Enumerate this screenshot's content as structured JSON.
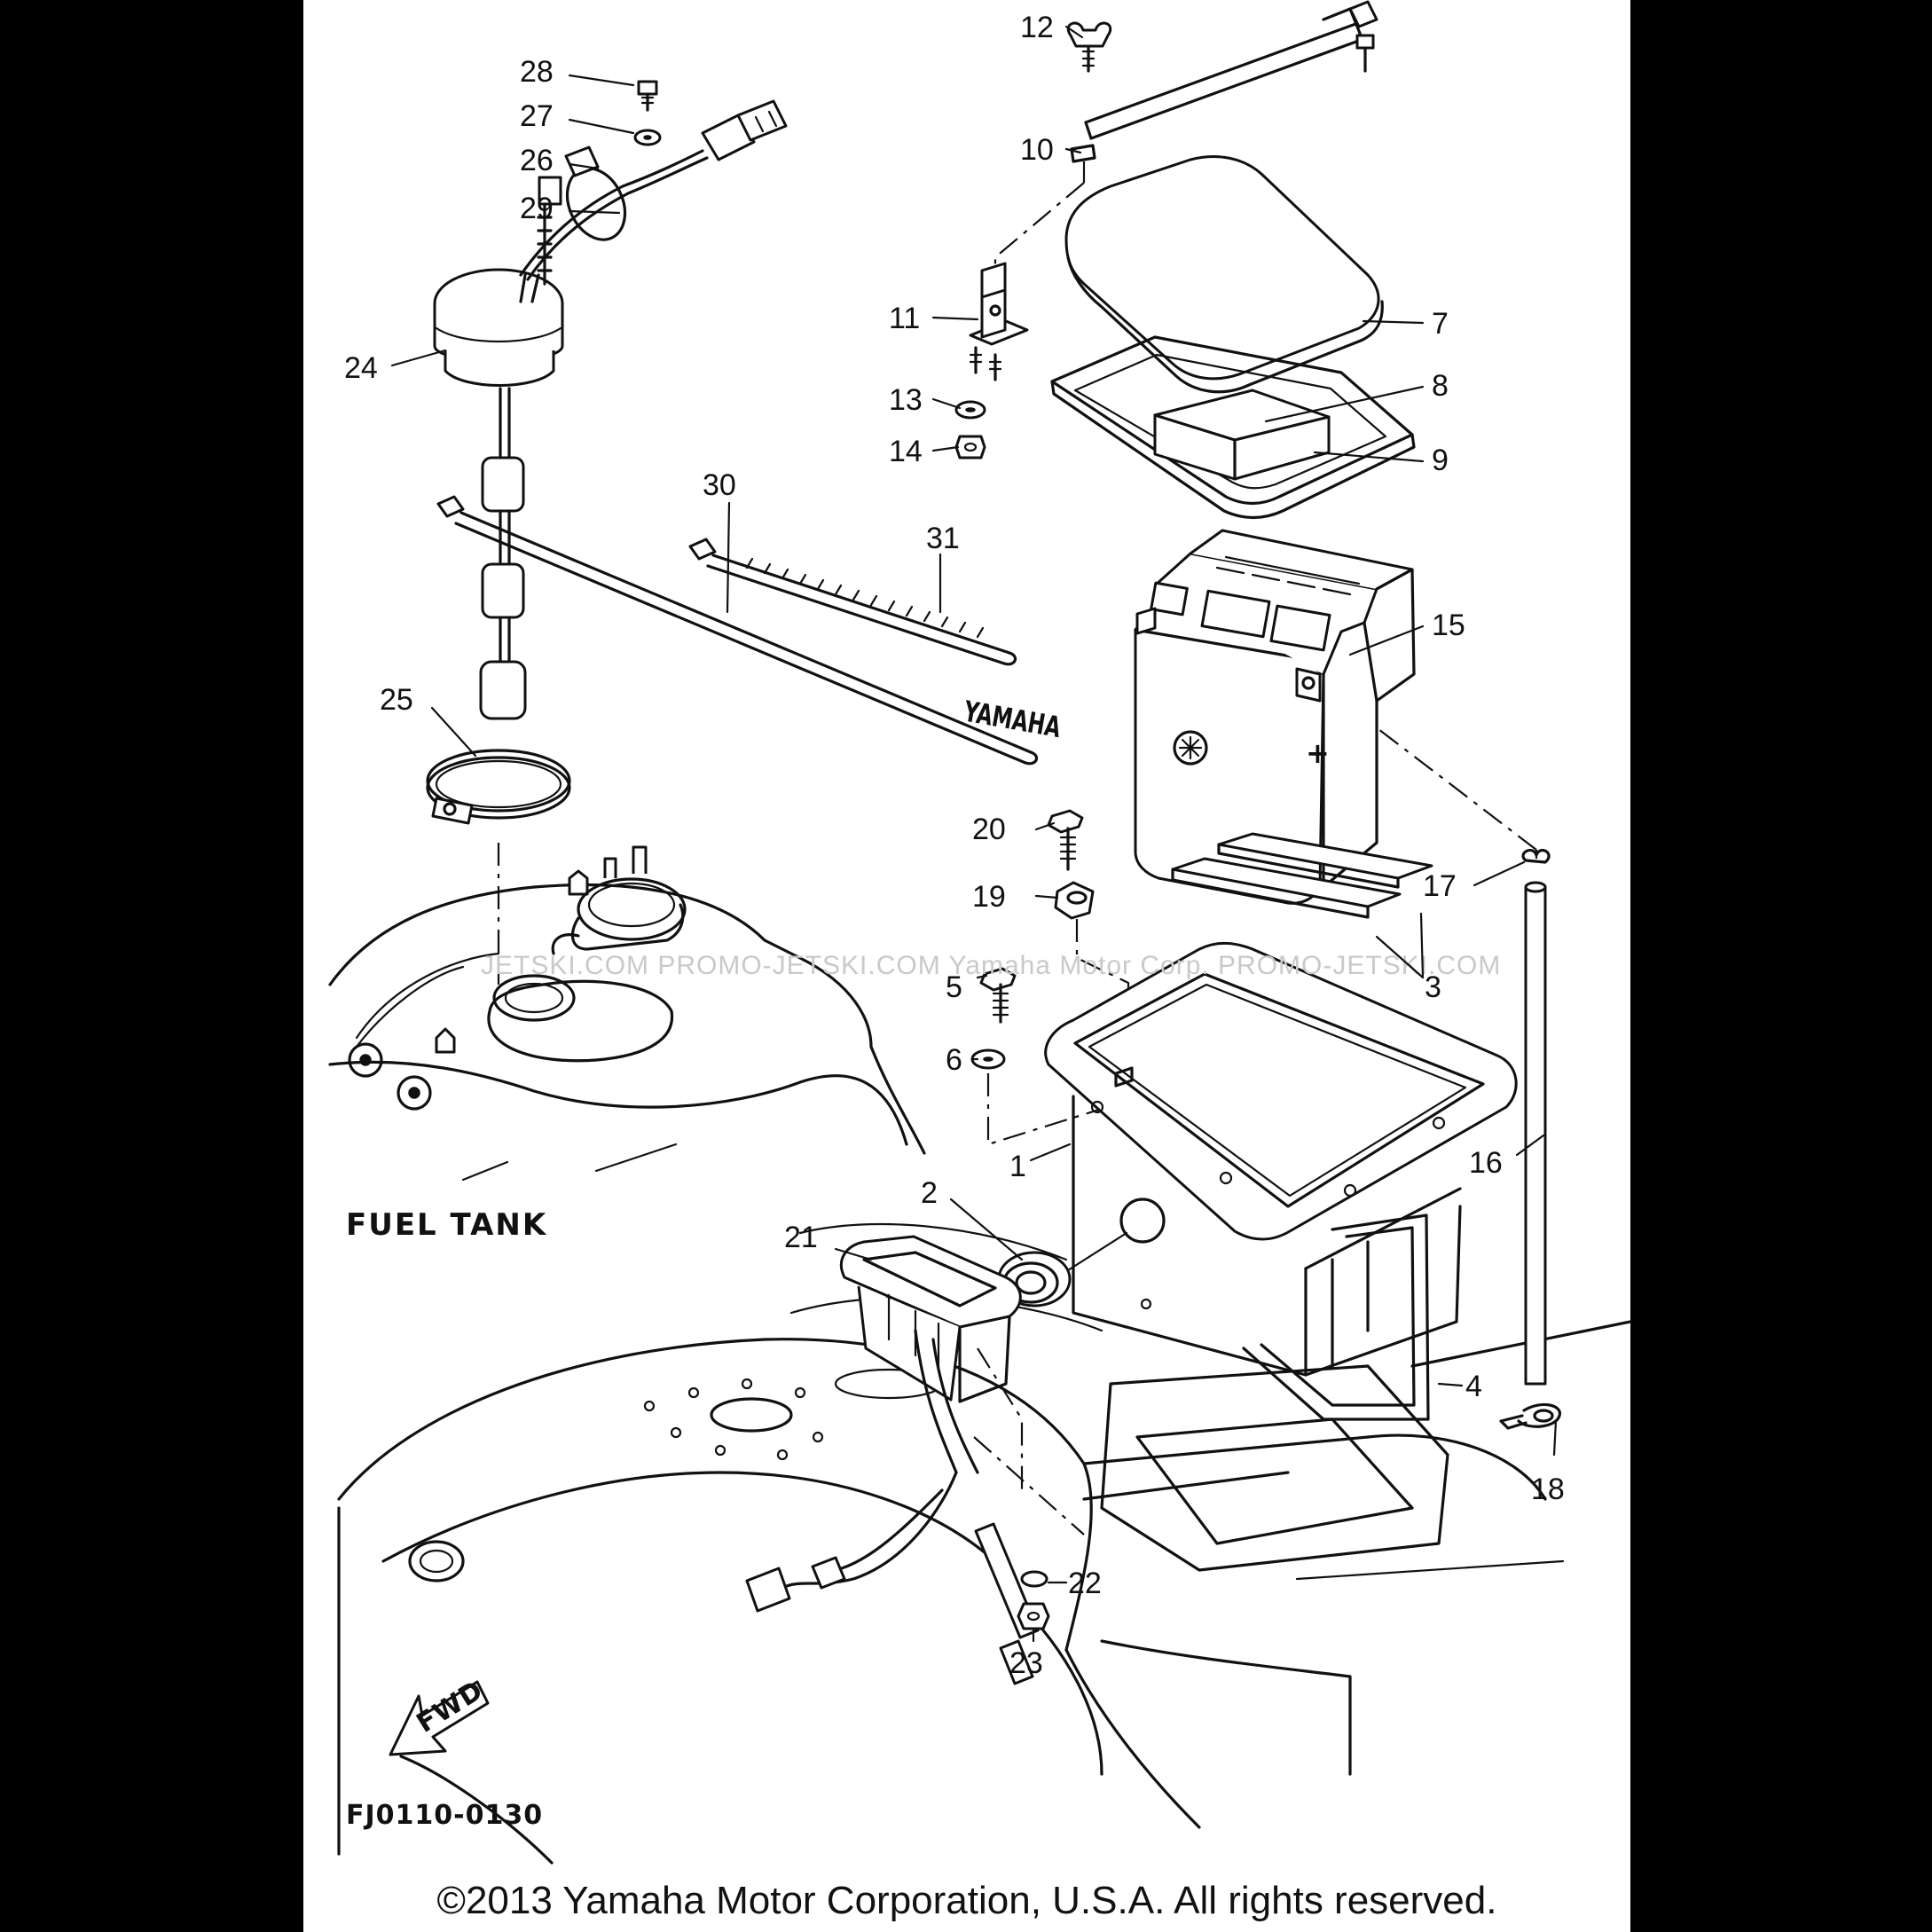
{
  "diagram": {
    "callouts": [
      {
        "id": "28",
        "text": "28"
      },
      {
        "id": "27",
        "text": "27"
      },
      {
        "id": "26",
        "text": "26"
      },
      {
        "id": "29",
        "text": "29"
      },
      {
        "id": "24",
        "text": "24"
      },
      {
        "id": "25",
        "text": "25"
      },
      {
        "id": "30",
        "text": "30"
      },
      {
        "id": "31",
        "text": "31"
      },
      {
        "id": "12",
        "text": "12"
      },
      {
        "id": "10",
        "text": "10"
      },
      {
        "id": "11",
        "text": "11"
      },
      {
        "id": "13",
        "text": "13"
      },
      {
        "id": "14",
        "text": "14"
      },
      {
        "id": "7",
        "text": "7"
      },
      {
        "id": "8",
        "text": "8"
      },
      {
        "id": "9",
        "text": "9"
      },
      {
        "id": "15",
        "text": "15"
      },
      {
        "id": "20",
        "text": "20"
      },
      {
        "id": "19",
        "text": "19"
      },
      {
        "id": "17",
        "text": "17"
      },
      {
        "id": "3",
        "text": "3"
      },
      {
        "id": "5",
        "text": "5"
      },
      {
        "id": "6",
        "text": "6"
      },
      {
        "id": "1",
        "text": "1"
      },
      {
        "id": "16",
        "text": "16"
      },
      {
        "id": "2",
        "text": "2"
      },
      {
        "id": "21",
        "text": "21"
      },
      {
        "id": "4",
        "text": "4"
      },
      {
        "id": "18",
        "text": "18"
      },
      {
        "id": "22",
        "text": "22"
      },
      {
        "id": "23",
        "text": "23"
      }
    ],
    "labels": {
      "fuel_tank": "FUEL TANK",
      "fwd": "FWD",
      "battery_brand": "YAMAHA",
      "battery_plus": "+",
      "figure_code": "FJ0110-0130"
    },
    "watermark": "JETSKI.COM  PROMO-JETSKI.COM  Yamaha Motor Corp.  PROMO-JETSKI.COM",
    "copyright": "©2013 Yamaha Motor Corporation, U.S.A. All rights reserved."
  }
}
